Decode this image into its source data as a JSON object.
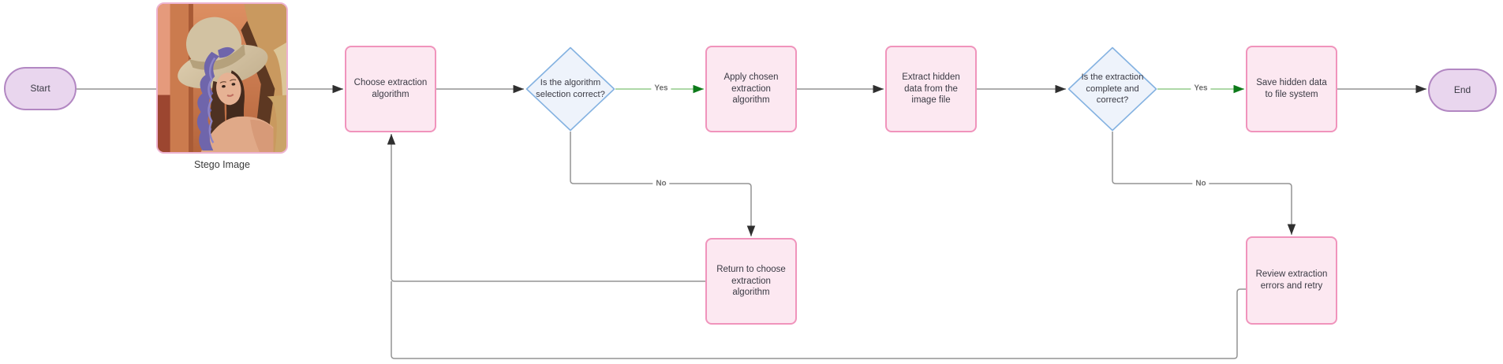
{
  "diagram": {
    "nodes": {
      "start": {
        "label": "Start",
        "type": "terminal"
      },
      "stego_image": {
        "caption": "Stego Image"
      },
      "choose": {
        "label": "Choose extraction algorithm",
        "type": "process"
      },
      "decision_algorithm": {
        "label": "Is the algorithm selection correct?",
        "type": "decision"
      },
      "apply": {
        "label": "Apply chosen extraction algorithm",
        "type": "process"
      },
      "extract": {
        "label": "Extract hidden data from the image file",
        "type": "process"
      },
      "decision_extraction": {
        "label": "Is the extraction complete and correct?",
        "type": "decision"
      },
      "save": {
        "label": "Save hidden data to file system",
        "type": "process"
      },
      "end": {
        "label": "End",
        "type": "terminal"
      },
      "return_choose": {
        "label": "Return to choose extraction algorithm",
        "type": "process"
      },
      "review_errors": {
        "label": "Review extraction errors and retry",
        "type": "process"
      }
    },
    "edge_labels": {
      "yes1": "Yes",
      "no1": "No",
      "yes2": "Yes",
      "no2": "No"
    },
    "colors": {
      "process-fill": "#fce8f1",
      "process-border": "#f094bc",
      "decision-fill": "#eef3fb",
      "decision-border": "#84b2e1",
      "terminal-fill": "#e9d6ee",
      "terminal-border": "#b287c2",
      "edge": "#949494",
      "edge-arrow": "#2f2f2f",
      "yes-edge": "#94cc8a",
      "yes-arrow": "#0d7a1a",
      "label-text": "#3a3a44",
      "edge-label-text": "#6e6e6e",
      "image-border": "#edb3d1",
      "canvas-bg": "#ffffff"
    }
  }
}
